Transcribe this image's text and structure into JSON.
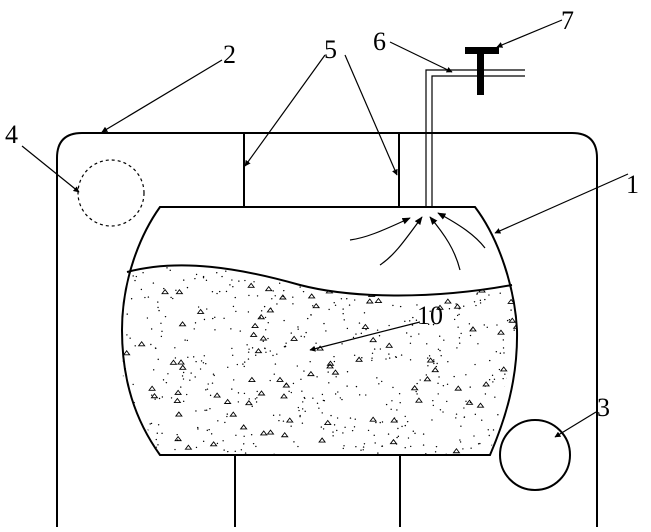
{
  "labels": {
    "vessel": "1",
    "housing": "2",
    "port_right": "3",
    "port_left": "4",
    "supports": "5",
    "pipe": "6",
    "valve": "7",
    "material": "10"
  }
}
